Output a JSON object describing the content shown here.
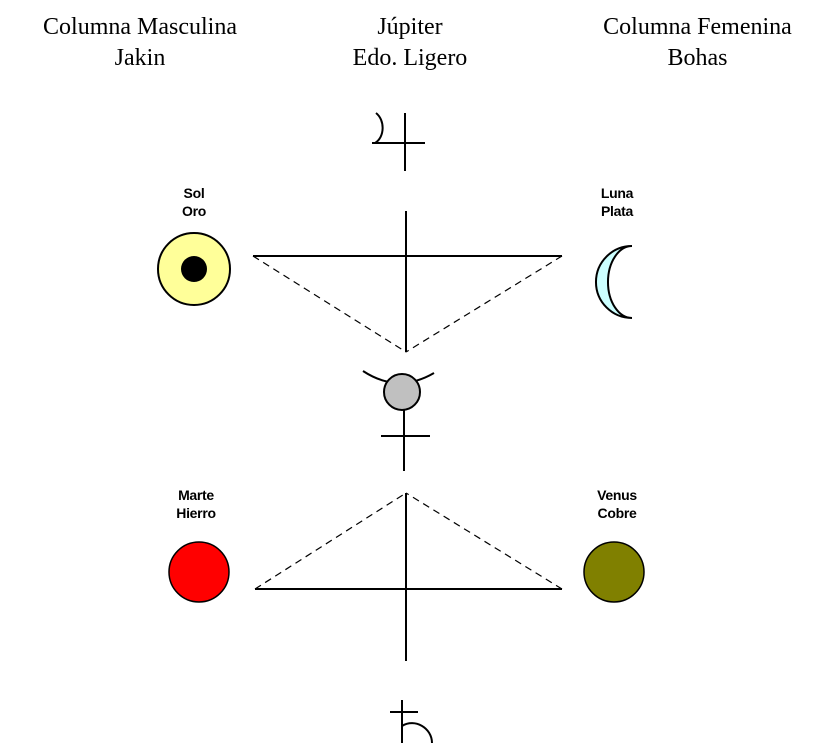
{
  "header": {
    "left": {
      "line1": "Columna Masculina",
      "line2": "Jakin"
    },
    "center": {
      "line1": "Júpiter",
      "line2": "Edo. Ligero"
    },
    "right": {
      "line1": "Columna Femenina",
      "line2": "Bohas"
    }
  },
  "labels": {
    "sun": {
      "line1": "Sol",
      "line2": "Oro"
    },
    "moon": {
      "line1": "Luna",
      "line2": "Plata"
    },
    "mars": {
      "line1": "Marte",
      "line2": "Hierro"
    },
    "venus": {
      "line1": "Venus",
      "line2": "Cobre"
    }
  },
  "symbols": [
    "jupiter-symbol",
    "sun-symbol",
    "moon-symbol",
    "mercury-symbol",
    "mars-symbol",
    "venus-symbol",
    "saturn-symbol"
  ],
  "colors": {
    "sun_fill": "#ffff99",
    "sun_dot": "#000000",
    "moon_fill": "#ccffff",
    "mercury_fill": "#c0c0c0",
    "mars_fill": "#ff0000",
    "venus_fill": "#808000",
    "line": "#000000"
  }
}
